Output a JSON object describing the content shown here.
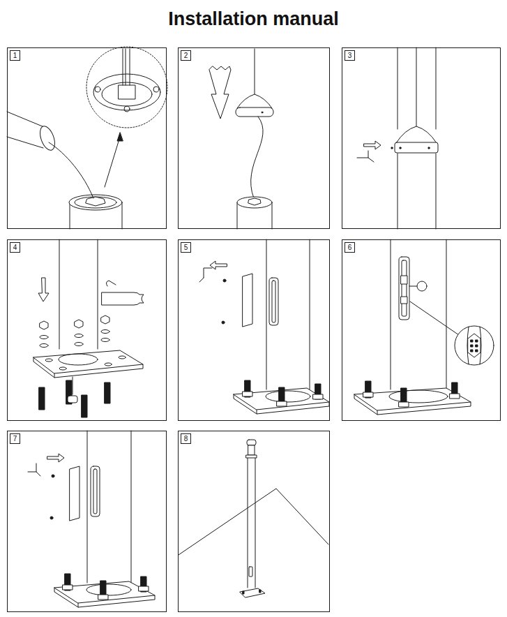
{
  "diagram": {
    "title": "Installation manual",
    "nodes": [
      {
        "text": [
          "1"
        ]
      },
      {
        "text": [
          "2"
        ]
      },
      {
        "text": [
          "3"
        ]
      },
      {
        "text": [
          "4"
        ]
      },
      {
        "text": [
          "5"
        ]
      },
      {
        "text": [
          "6"
        ]
      },
      {
        "text": [
          "7"
        ]
      },
      {
        "text": [
          "8"
        ]
      }
    ]
  }
}
